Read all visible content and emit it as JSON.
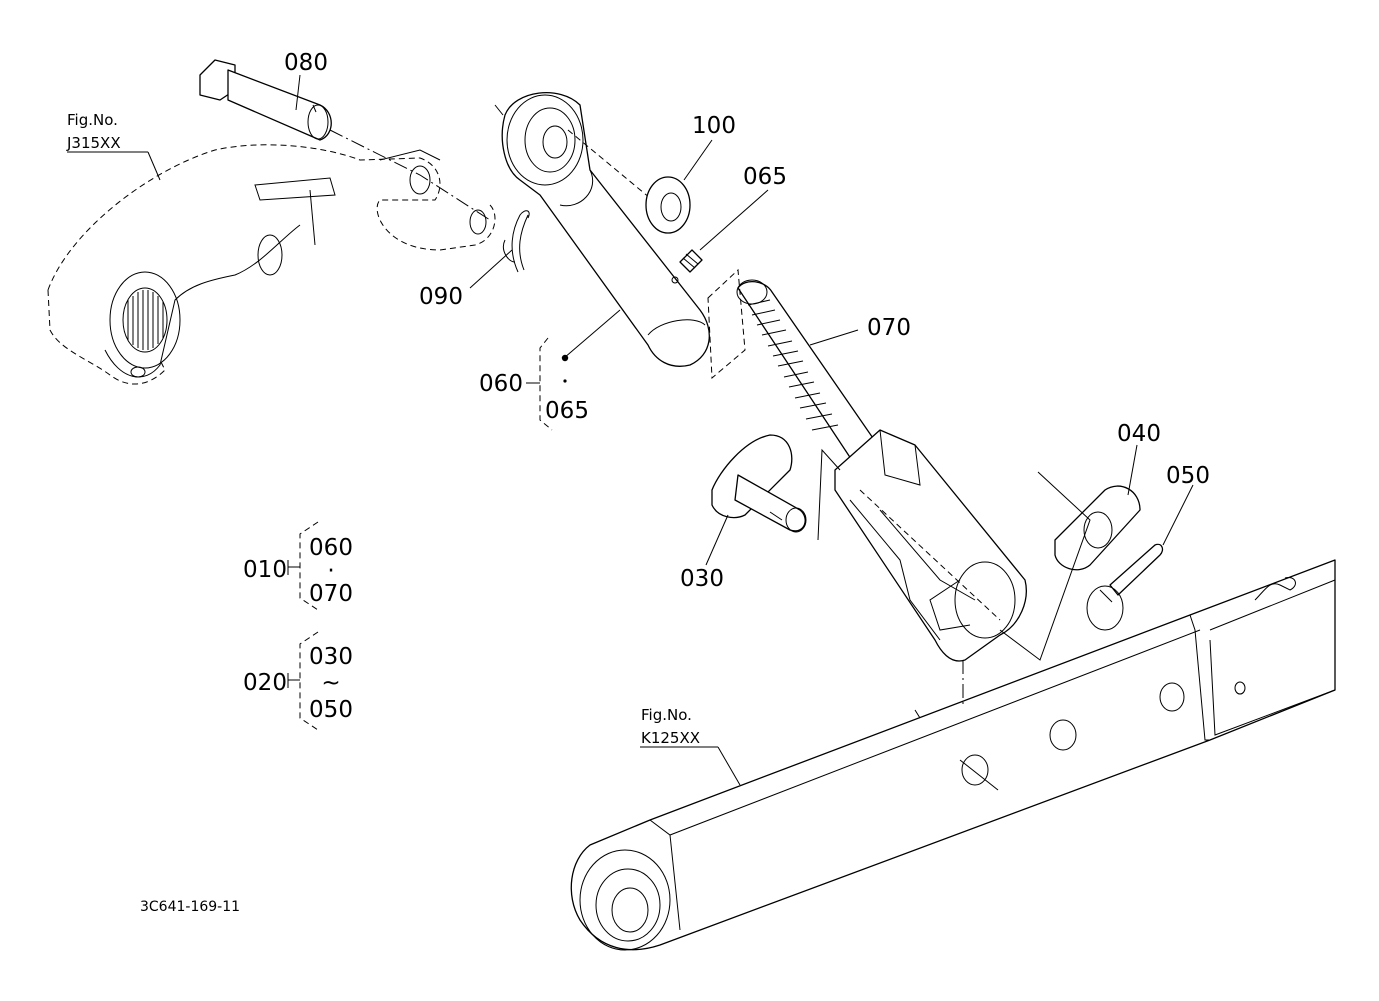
{
  "callouts": {
    "p080": "080",
    "p100": "100",
    "p065_top": "065",
    "p070": "070",
    "p090": "090",
    "p060": "060",
    "p065_group": "065",
    "p040": "040",
    "p050": "050",
    "p030": "030"
  },
  "fig_refs": {
    "upper": {
      "label": "Fig.No.",
      "number": "J315XX"
    },
    "lower": {
      "label": "Fig.No.",
      "number": "K125XX"
    }
  },
  "assemblies": [
    {
      "id": "010",
      "top": "060",
      "sep": "·",
      "bottom": "070"
    },
    {
      "id": "020",
      "top": "030",
      "sep": "~",
      "bottom": "050"
    }
  ],
  "drawing_code": "3C641-169-11"
}
